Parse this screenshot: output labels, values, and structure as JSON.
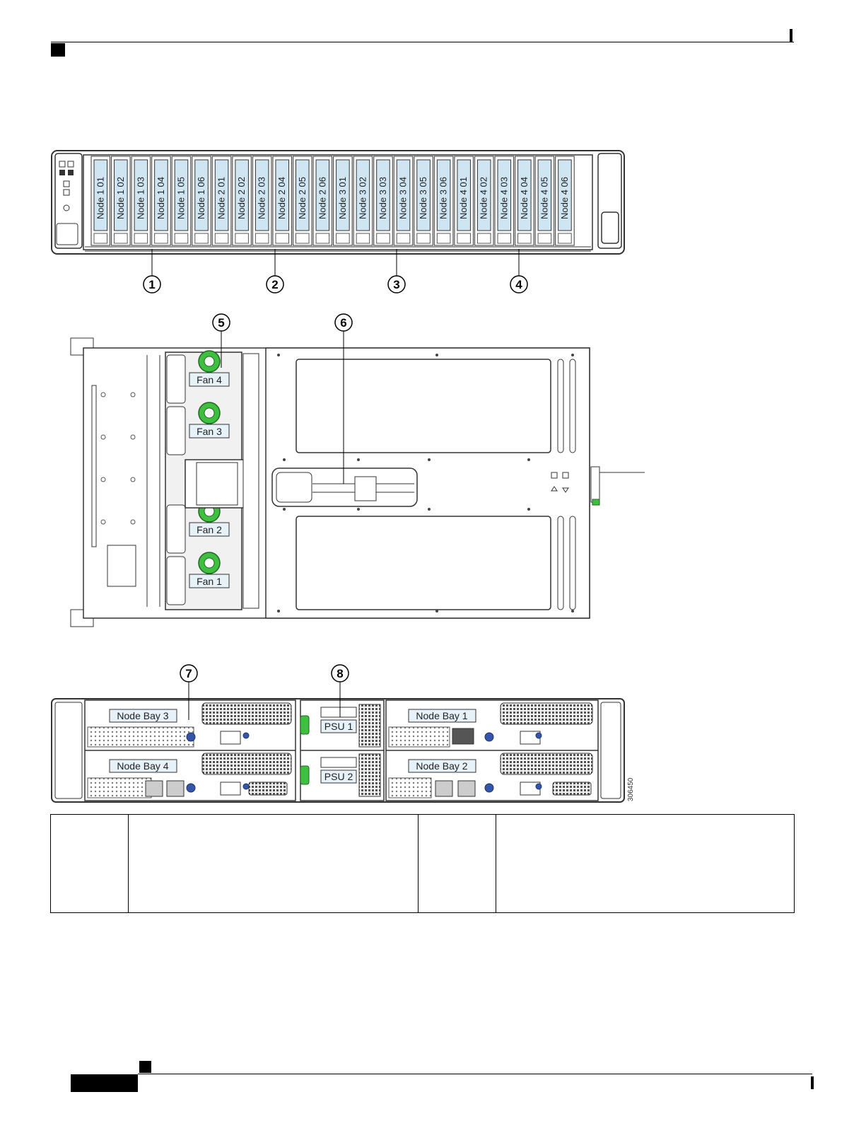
{
  "front_view": {
    "drive_labels": [
      "Node 1 01",
      "Node 1 02",
      "Node 1 03",
      "Node 1 04",
      "Node 1 05",
      "Node 1 06",
      "Node 2 01",
      "Node 2 02",
      "Node 2 03",
      "Node 2 04",
      "Node 2 05",
      "Node 2 06",
      "Node 3 01",
      "Node 3 02",
      "Node 3 03",
      "Node 3 04",
      "Node 3 05",
      "Node 3 06",
      "Node 4 01",
      "Node 4 02",
      "Node 4 03",
      "Node 4 04",
      "Node 4 05",
      "Node 4 06"
    ],
    "callouts": [
      "1",
      "2",
      "3",
      "4"
    ]
  },
  "top_view": {
    "fans": [
      "Fan 4",
      "Fan 3",
      "Fan 2",
      "Fan 1"
    ],
    "callouts": [
      "5",
      "6"
    ]
  },
  "rear_view": {
    "node_bays": [
      "Node Bay 3",
      "Node Bay 4",
      "Node Bay 1",
      "Node Bay 2"
    ],
    "psus": [
      "PSU 1",
      "PSU 2"
    ],
    "callouts": [
      "7",
      "8"
    ]
  },
  "figure_id": "306450",
  "legend_table": {
    "rows": [
      [
        "",
        "",
        "",
        ""
      ]
    ]
  }
}
